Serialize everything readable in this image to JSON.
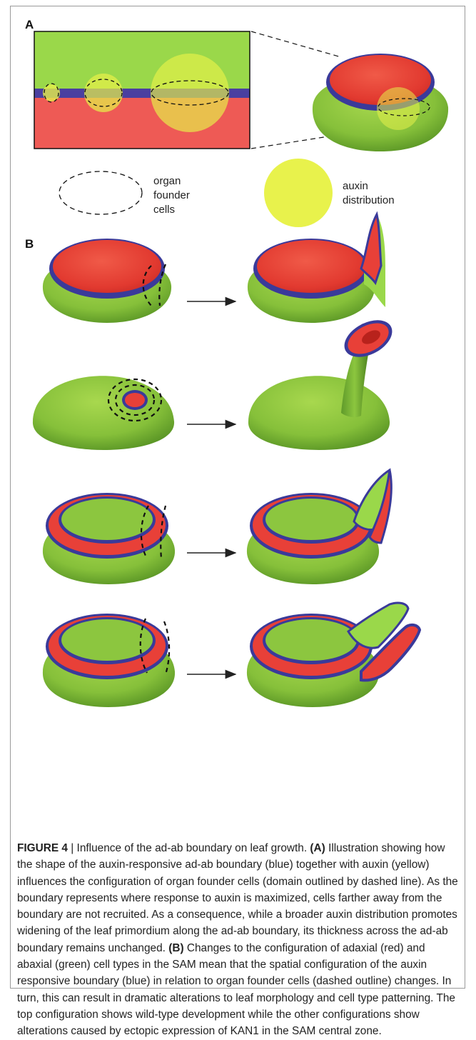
{
  "panels": {
    "a_label": "A",
    "b_label": "B"
  },
  "legend": {
    "founder_lines": [
      "organ",
      "founder",
      "cells"
    ],
    "auxin_lines": [
      "auxin",
      "distribution"
    ]
  },
  "colors": {
    "adaxial_red": "#e8453c",
    "abaxial_green": "#8cc63f",
    "boundary_blue": "#3a3a9a",
    "auxin_yellow": "#e6f04a"
  },
  "caption": {
    "label": "FIGURE 4",
    "separator": " | ",
    "title": "Influence of the ad-ab boundary on leaf growth.",
    "a_marker": "(A)",
    "a_text": "Illustration showing how the shape of the auxin-responsive ad-ab boundary (blue) together with auxin (yellow) influences the configuration of organ founder cells (domain outlined by dashed line). As the boundary represents where response to auxin is maximized, cells farther away from the boundary are not recruited. As a consequence, while a broader auxin distribution promotes widening of the leaf primordium along the ad-ab boundary, its thickness across the ad-ab boundary remains unchanged.",
    "b_marker": "(B)",
    "b_text": "Changes to the configuration of adaxial (red) and abaxial (green) cell types in the SAM mean that the spatial configuration of the auxin responsive boundary (blue) in relation to organ founder cells (dashed outline) changes. In turn, this can result in dramatic alterations to leaf morphology and cell type patterning. The top configuration shows wild-type development while the other configurations show alterations caused by ectopic expression of KAN1 in the SAM central zone."
  }
}
